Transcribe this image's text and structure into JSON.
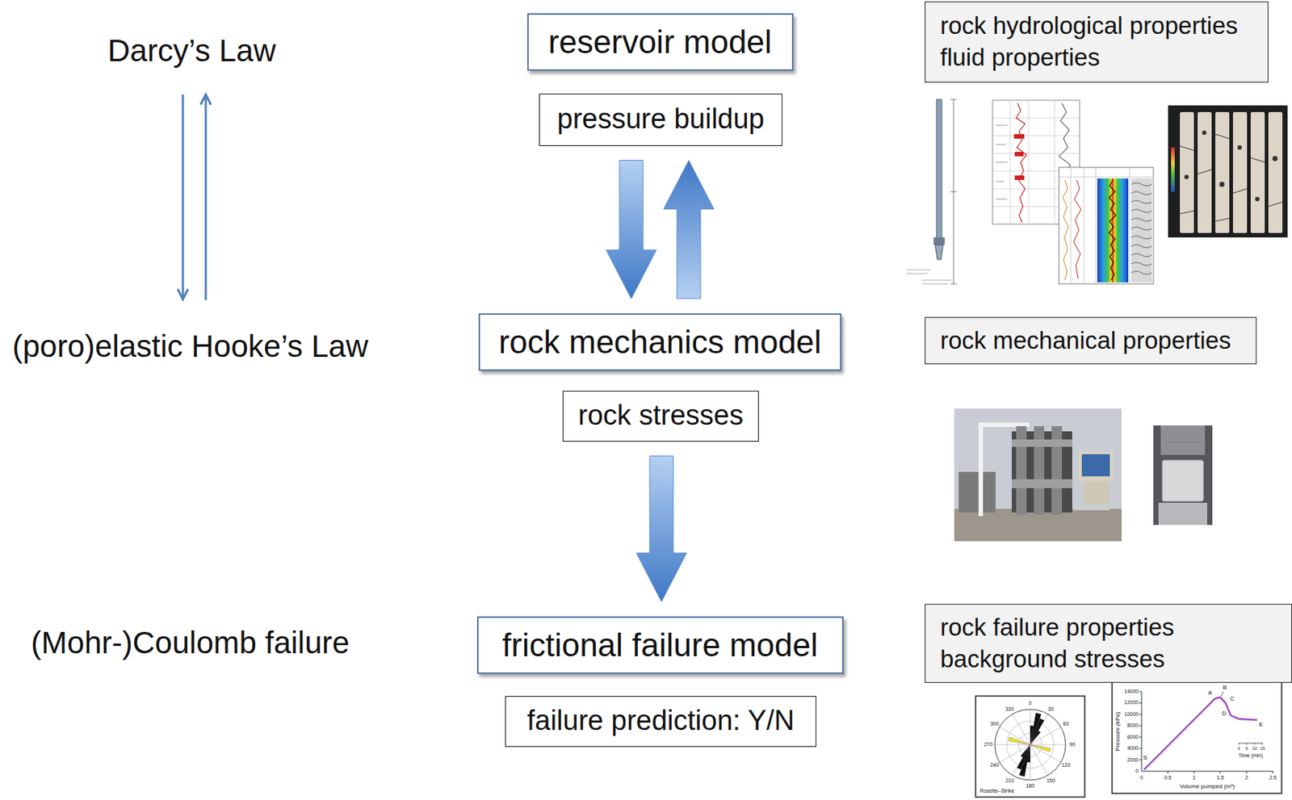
{
  "diagram": {
    "nodes": [
      {
        "text": [
          "reservoir model"
        ]
      },
      {
        "text": [
          "pressure buildup"
        ]
      },
      {
        "text": [
          "rock mechanics model"
        ]
      },
      {
        "text": [
          "rock stresses"
        ]
      },
      {
        "text": [
          "frictional failure model"
        ]
      },
      {
        "text": [
          "failure prediction: Y/N"
        ]
      },
      {
        "text": [
          "rock hydrological properties",
          "fluid properties"
        ]
      },
      {
        "text": [
          "rock mechanical properties"
        ]
      },
      {
        "text": [
          "rock failure properties",
          "background stresses"
        ]
      }
    ],
    "edges": [
      {
        "from": 1,
        "to": 2,
        "arrow": "to"
      },
      {
        "from": 2,
        "to": 1,
        "arrow": "to"
      },
      {
        "from": 3,
        "to": 4,
        "arrow": "to"
      }
    ],
    "labels": [
      "Darcy’s Law",
      "(poro)elastic Hooke’s Law",
      "(Mohr-)Coulomb failure",
      "0",
      "30",
      "60",
      "90",
      "120",
      "150",
      "180",
      "210",
      "240",
      "270",
      "300",
      "330",
      "Rosette--Strike",
      "14000",
      "12000",
      "10000",
      "8000",
      "6000",
      "4000",
      "2000",
      "0",
      "0",
      "0.5",
      "1",
      "1.5",
      "2",
      "2.5",
      "Pressure (kPa)",
      "Volume pumped (m³)",
      "A",
      "B",
      "C",
      "D",
      "E",
      "S",
      "0",
      "5",
      "10",
      "15",
      "Time (min)"
    ]
  }
}
